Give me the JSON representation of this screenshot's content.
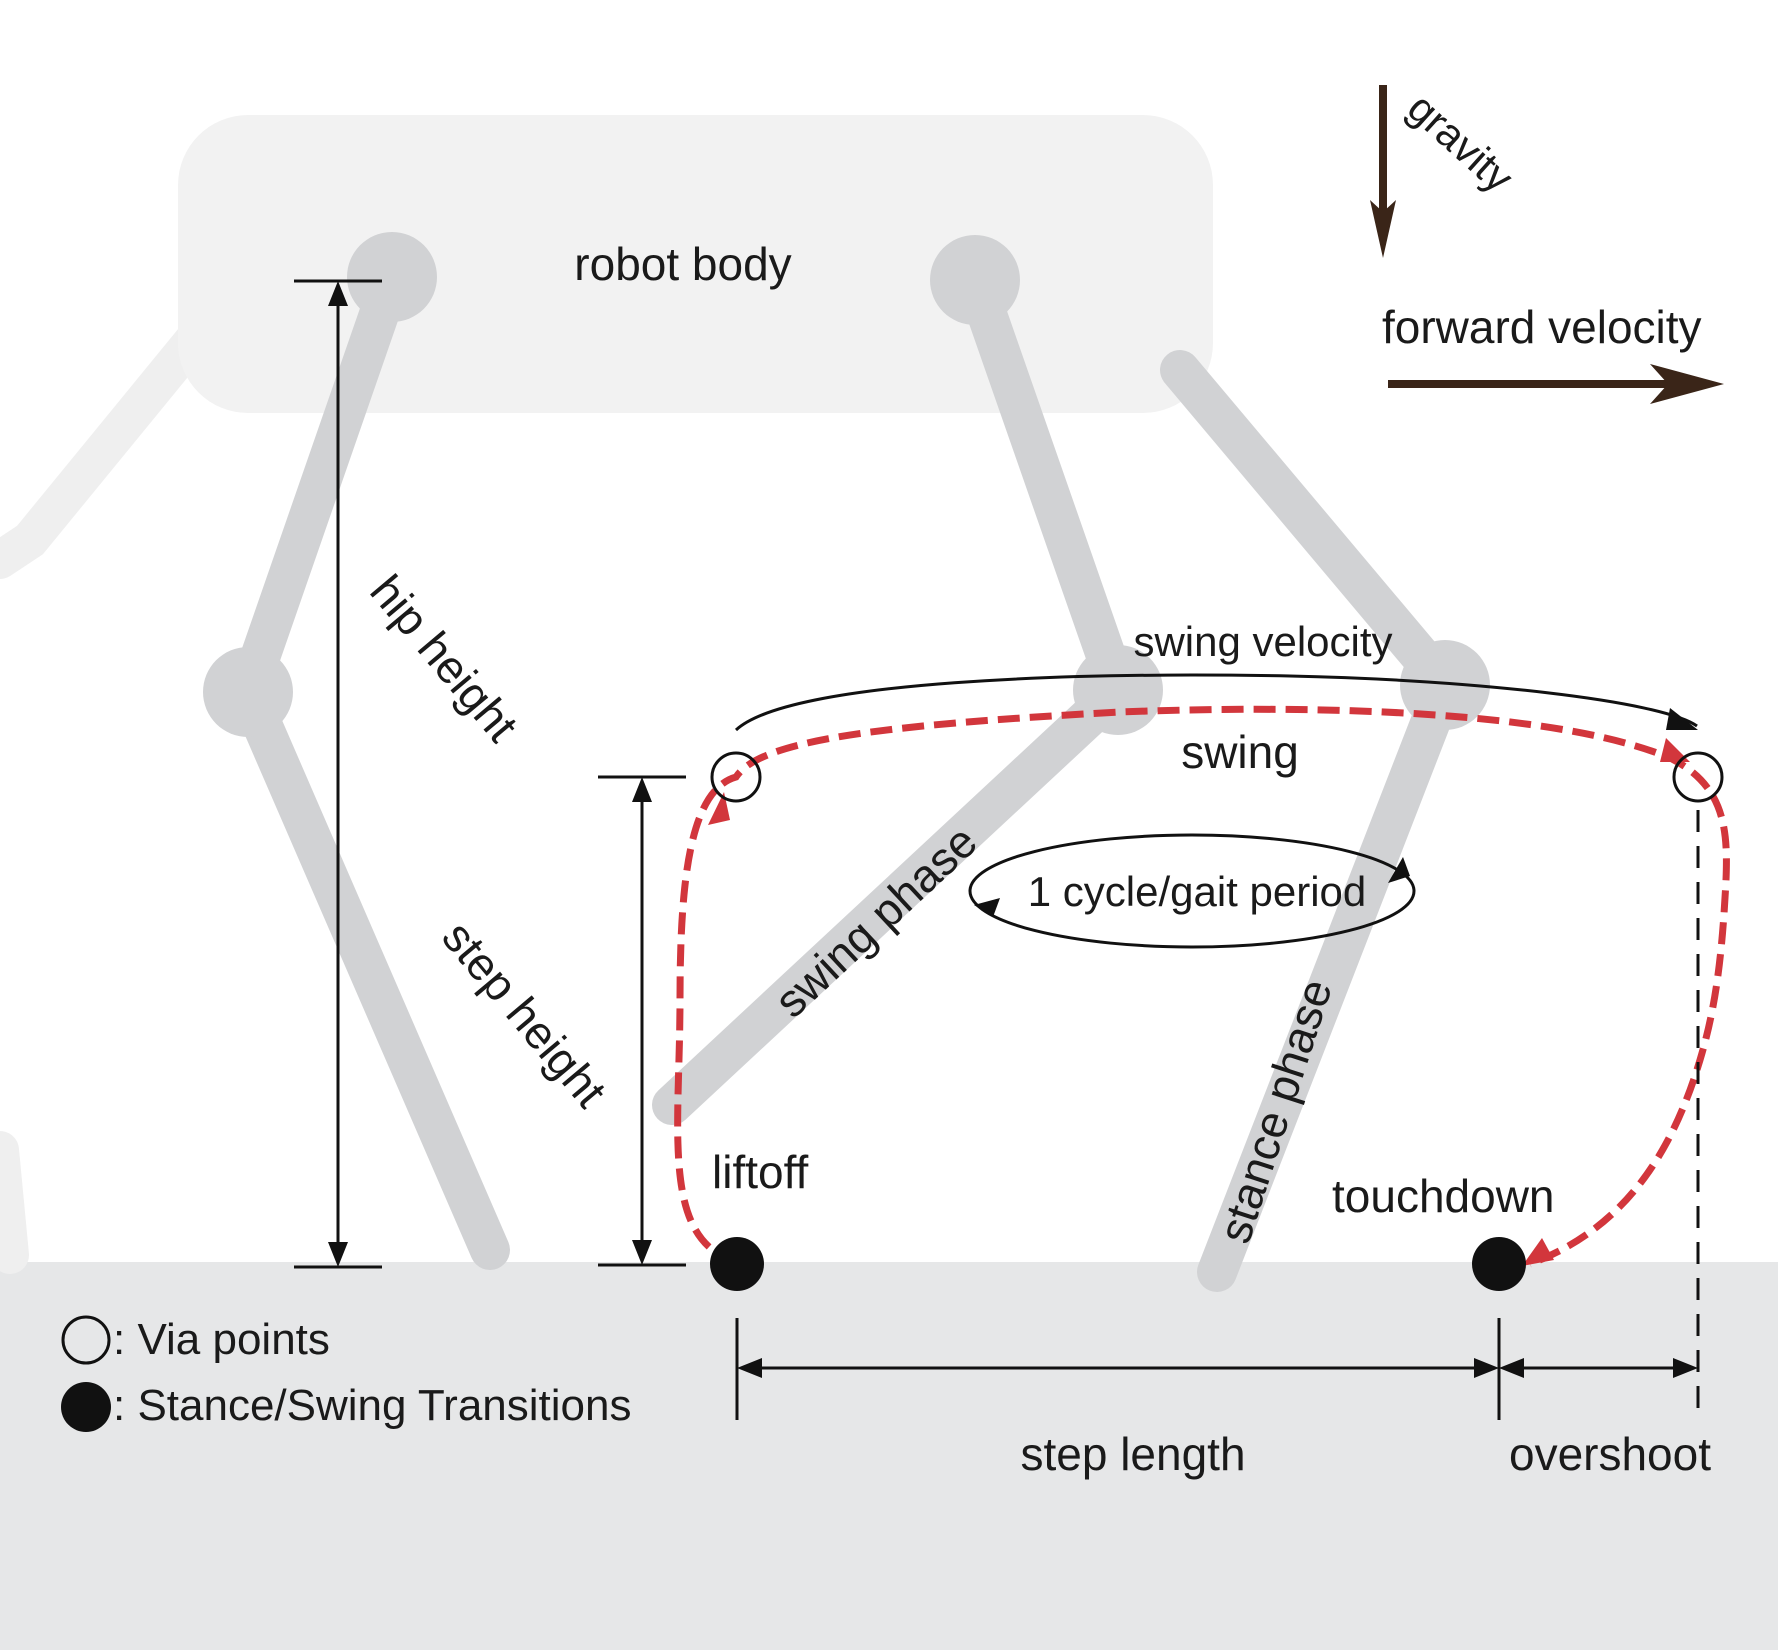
{
  "labels": {
    "robot_body": "robot body",
    "gravity": "gravity",
    "forward_velocity": "forward velocity",
    "hip_height": "hip height",
    "step_height": "step height",
    "swing_velocity": "swing velocity",
    "swing": "swing",
    "swing_phase": "swing phase",
    "stance_phase": "stance phase",
    "cycle": "1 cycle/gait period",
    "liftoff": "liftoff",
    "touchdown": "touchdown",
    "step_length": "step length",
    "overshoot": "overshoot"
  },
  "legend": {
    "via_points": ": Via points",
    "transitions": ": Stance/Swing Transitions"
  },
  "colors": {
    "ground": "#e6e7e8",
    "body": "#f2f2f2",
    "leg_far": "#efefef",
    "leg_near": "#d1d2d4",
    "trajectory": "#d2363c",
    "arrow": "#3a2518"
  }
}
